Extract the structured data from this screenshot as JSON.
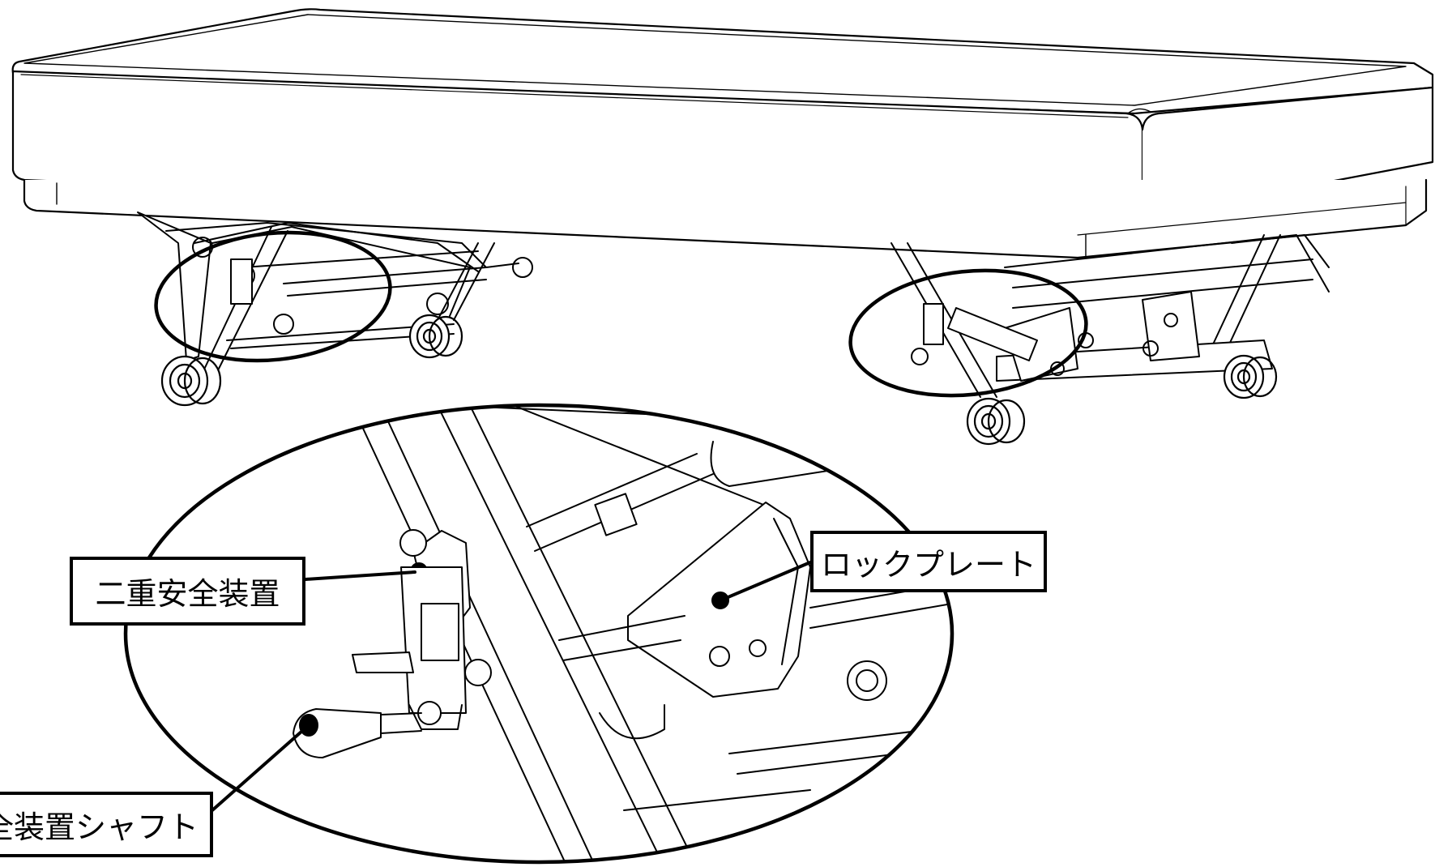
{
  "labels": {
    "safety_device": "二重安全装置",
    "lock_plate": "ロックプレート",
    "safety_shaft": "全装置シャフト"
  },
  "colors": {
    "line": "#000000",
    "background": "#ffffff"
  }
}
